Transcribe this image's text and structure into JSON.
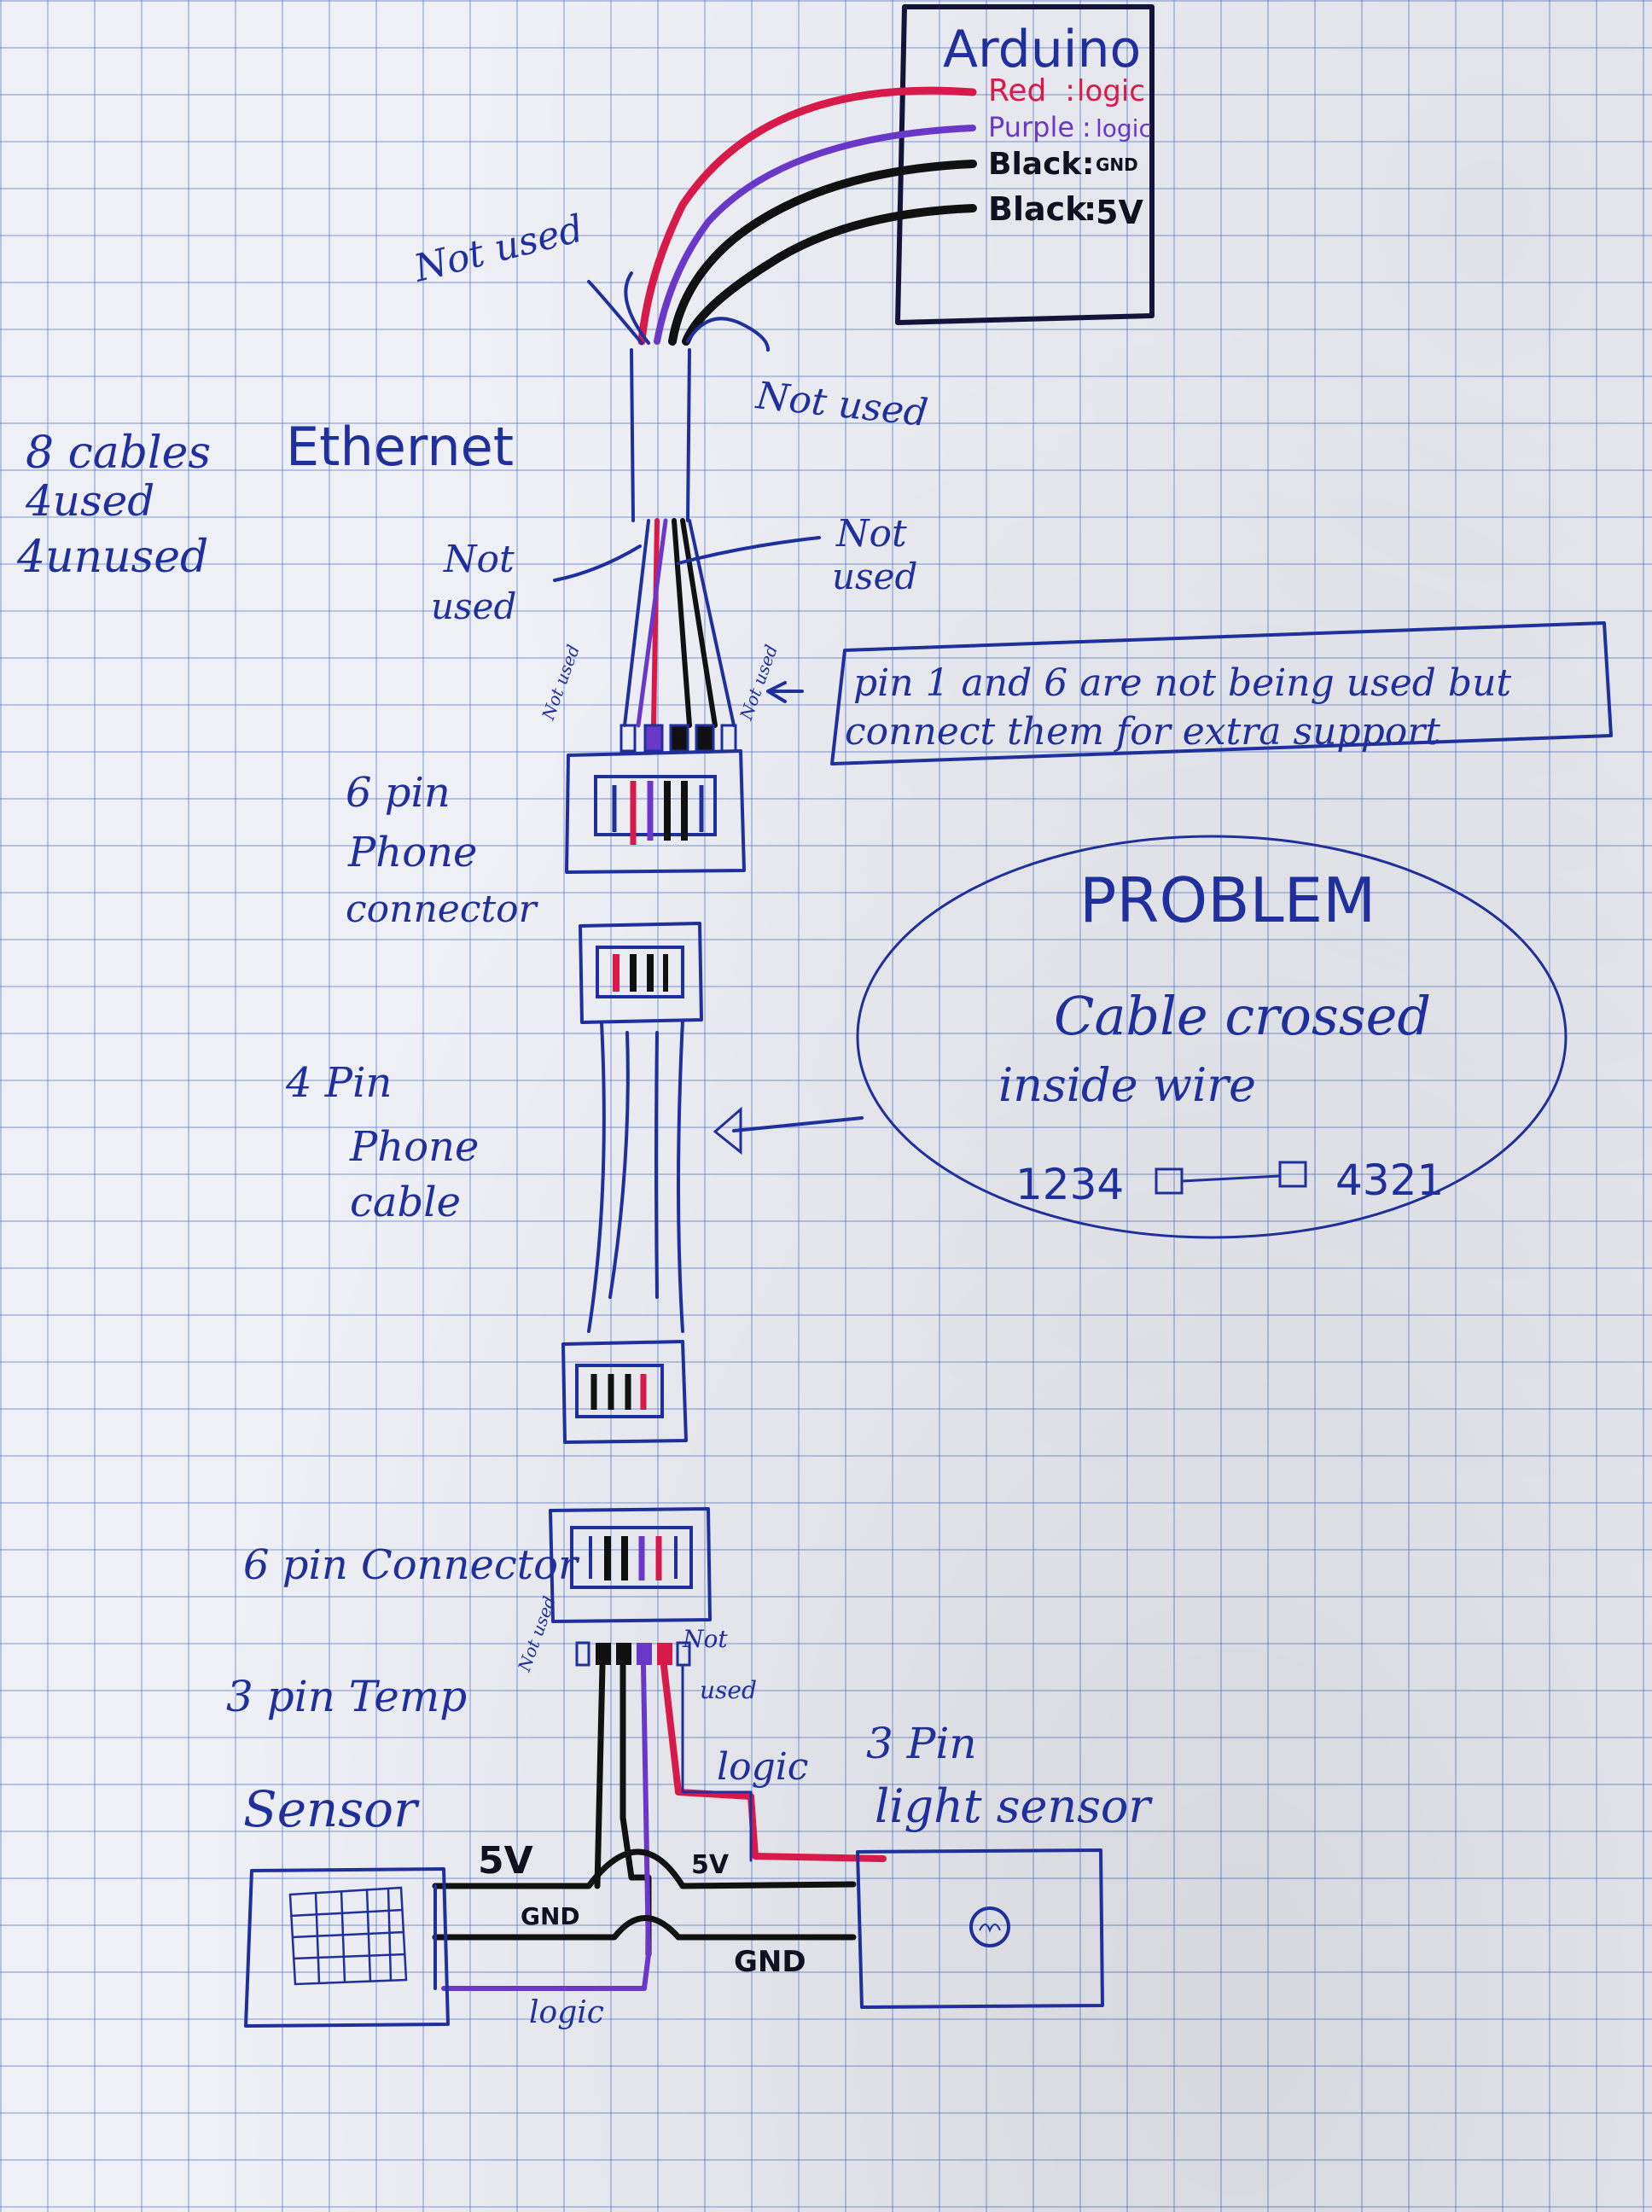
{
  "arduino": {
    "title": "Arduino",
    "pins": [
      {
        "color_label": "Red",
        "sep": ":",
        "function": "logic",
        "wire_color": "#d81a4a"
      },
      {
        "color_label": "Purple",
        "sep": ":",
        "function": "logic",
        "wire_color": "#6a38c8"
      },
      {
        "color_label": "Black",
        "sep": ":",
        "function": "GND",
        "wire_color": "#111111"
      },
      {
        "color_label": "Black",
        "sep": ":",
        "function": "5V",
        "wire_color": "#111111"
      }
    ]
  },
  "labels": {
    "not_used": "Not used",
    "not": "Not",
    "used": "used",
    "ethernet": "Ethernet",
    "cables_count": "8 cables",
    "used_count": "4used",
    "unused_count": "4unused",
    "six_pin_phone": "6 pin",
    "six_pin_phone2": "Phone",
    "six_pin_phone3": "connector",
    "four_pin": "4 Pin",
    "four_pin2": "Phone",
    "four_pin3": "cable",
    "six_pin_connector": "6 pin Connector",
    "three_pin_temp": "3 pin Temp",
    "sensor": "Sensor",
    "three_pin_light": "3 Pin",
    "light_sensor": "light sensor",
    "logic_top": "logic",
    "logic_bottom": "logic",
    "v5_left": "5V",
    "v5_right": "5V",
    "gnd_left": "GND",
    "gnd_right": "GND"
  },
  "note_box": {
    "line1": "pin 1 and 6 are not being used but",
    "line2": "connect them for extra support"
  },
  "problem": {
    "title": "PROBLEM",
    "line1": "Cable crossed",
    "line2": "inside wire",
    "left_order": "1234",
    "right_order": "4321"
  },
  "colors": {
    "ink": "#1f2f9c",
    "red_wire": "#d81a4a",
    "purple_wire": "#6a38c8",
    "black_wire": "#111111"
  }
}
